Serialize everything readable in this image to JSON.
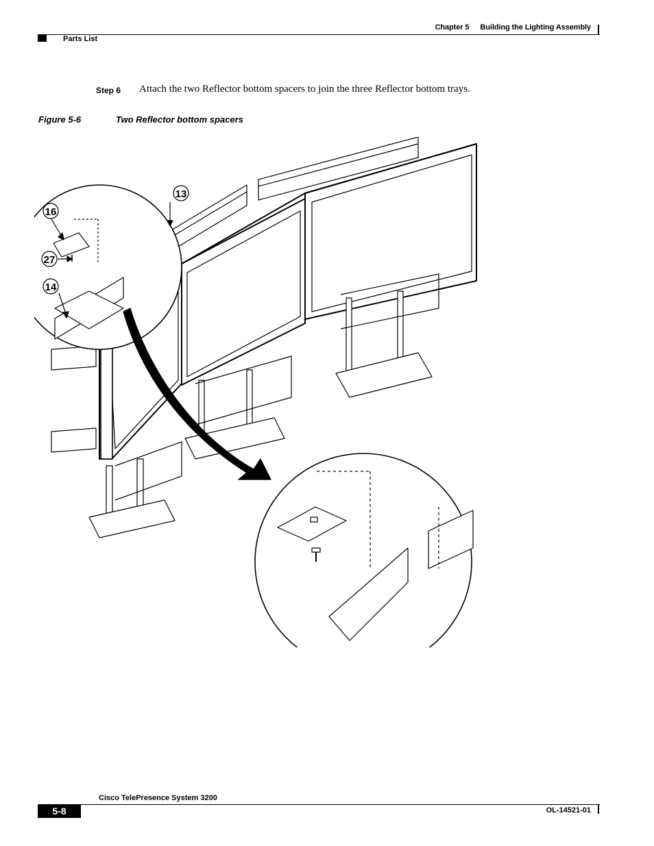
{
  "header": {
    "chapter": "Chapter 5",
    "chapter_title": "Building the Lighting Assembly",
    "section": "Parts List"
  },
  "step": {
    "label": "Step 6",
    "text": "Attach the two Reflector bottom spacers to join the three Reflector bottom trays."
  },
  "figure": {
    "label": "Figure 5-6",
    "title": "Two Reflector bottom spacers",
    "callouts": [
      "13",
      "16",
      "27",
      "14"
    ]
  },
  "footer": {
    "product": "Cisco TelePresence System 3200",
    "page": "5-8",
    "doc_number": "OL-14521-01"
  }
}
